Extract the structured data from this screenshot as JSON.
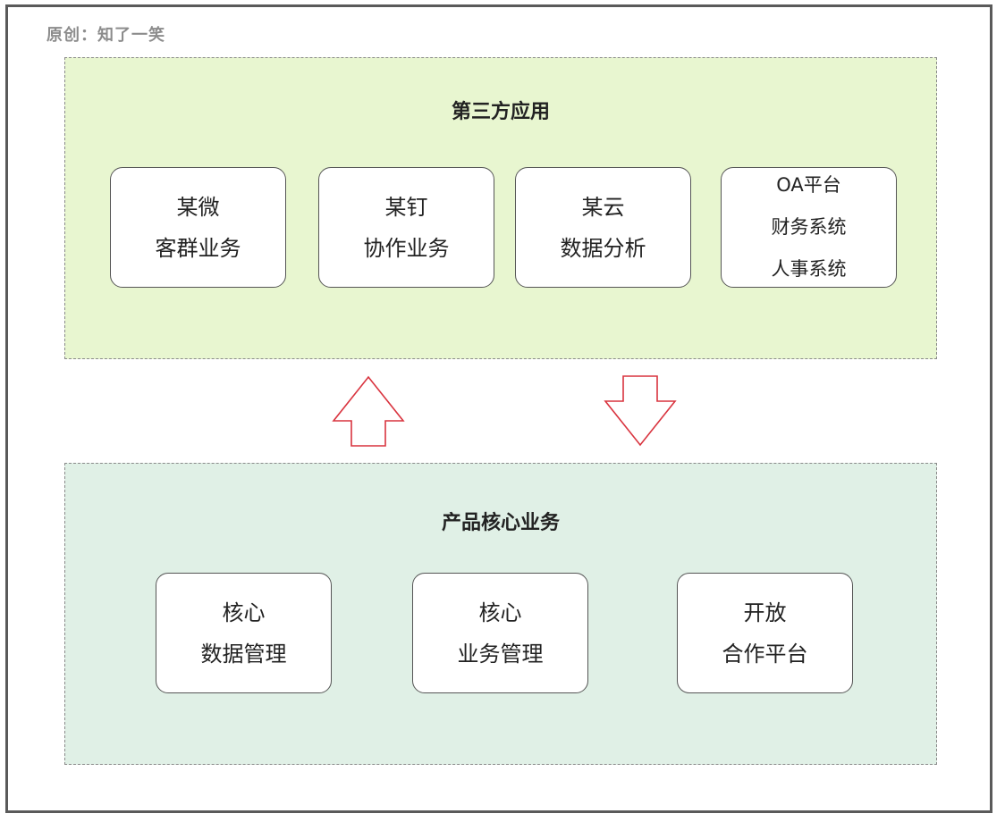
{
  "watermark": "原创：知了一笑",
  "top_group": {
    "title": "第三方应用",
    "boxes": [
      {
        "lines": [
          "某微",
          "客群业务"
        ]
      },
      {
        "lines": [
          "某钉",
          "协作业务"
        ]
      },
      {
        "lines": [
          "某云",
          "数据分析"
        ]
      },
      {
        "lines": [
          "OA平台",
          "财务系统",
          "人事系统"
        ]
      }
    ]
  },
  "bottom_group": {
    "title": "产品核心业务",
    "boxes": [
      {
        "lines": [
          "核心",
          "数据管理"
        ]
      },
      {
        "lines": [
          "核心",
          "业务管理"
        ]
      },
      {
        "lines": [
          "开放",
          "合作平台"
        ]
      }
    ]
  },
  "arrows": [
    {
      "direction": "up"
    },
    {
      "direction": "down"
    }
  ],
  "colors": {
    "top_fill": "#e8f6d0",
    "bottom_fill": "#e0f0e6",
    "arrow_stroke": "#d9343f",
    "frame": "#5a5a5a"
  }
}
